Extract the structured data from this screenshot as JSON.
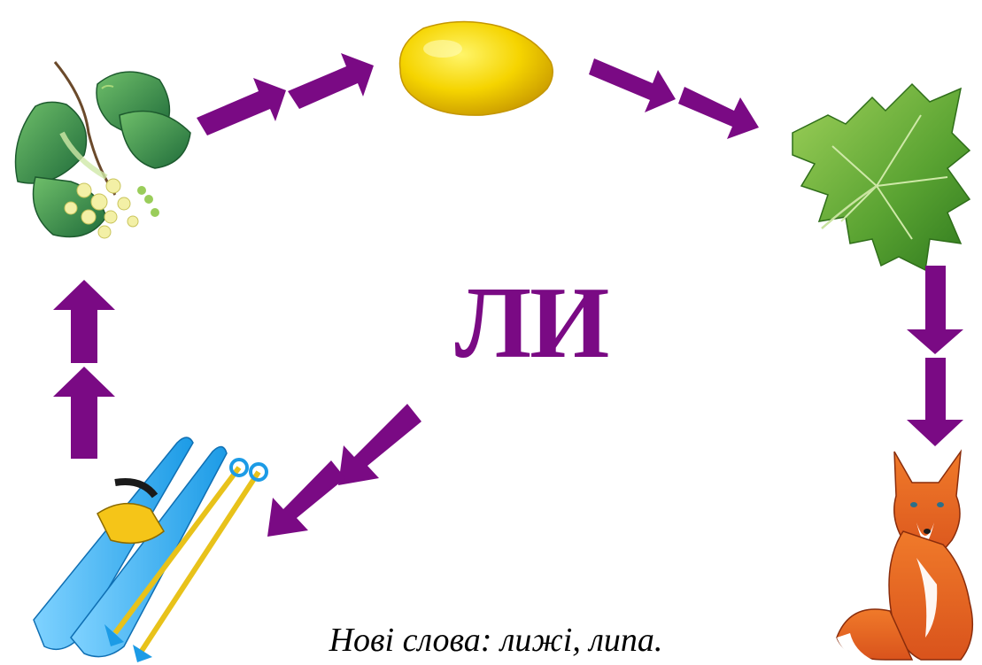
{
  "syllable": "ЛИ",
  "caption": "Нові слова: лижі, липа.",
  "colors": {
    "arrow": "#7a0a84",
    "syllable": "#7a0a84",
    "caption": "#000000",
    "background": "#ffffff"
  },
  "pictures": [
    {
      "name": "linden-branch",
      "depicts": "linden branch with flowers"
    },
    {
      "name": "lemon",
      "depicts": "lemon"
    },
    {
      "name": "vine-leaf",
      "depicts": "green leaf"
    },
    {
      "name": "fox",
      "depicts": "fox"
    },
    {
      "name": "skis",
      "depicts": "skis and ski poles"
    }
  ]
}
